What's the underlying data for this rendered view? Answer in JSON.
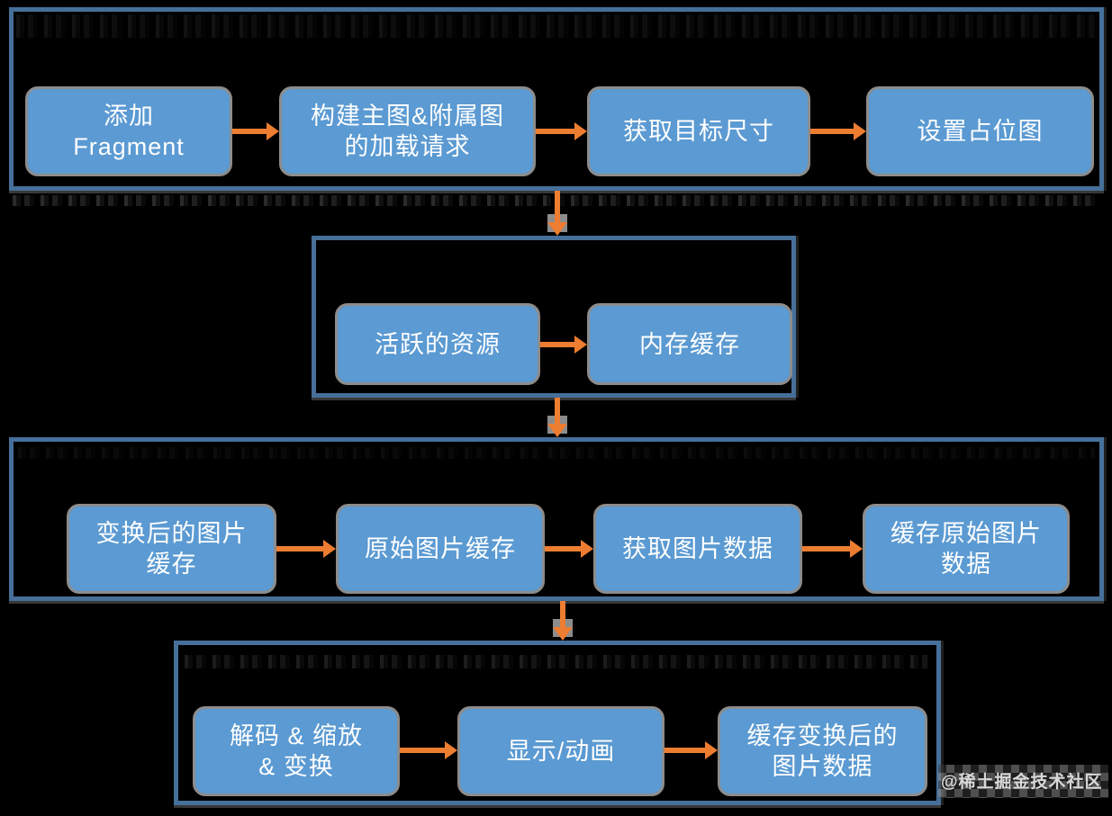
{
  "watermark": {
    "badge_text": "@稀土掘金技术社区"
  },
  "flow": {
    "sections": [
      {
        "name": "request-building",
        "nodes": [
          {
            "label": "添加\nFragment"
          },
          {
            "label": "构建主图&附属图\n的加载请求"
          },
          {
            "label": "获取目标尺寸"
          },
          {
            "label": "设置占位图"
          }
        ]
      },
      {
        "name": "memory-cache-layer",
        "nodes": [
          {
            "label": "活跃的资源"
          },
          {
            "label": "内存缓存"
          }
        ]
      },
      {
        "name": "disk-cache-layer",
        "nodes": [
          {
            "label": "变换后的图片\n缓存"
          },
          {
            "label": "原始图片缓存"
          },
          {
            "label": "获取图片数据"
          },
          {
            "label": "缓存原始图片\n数据"
          }
        ]
      },
      {
        "name": "decode-display-layer",
        "nodes": [
          {
            "label": "解码 & 缩放\n& 变换"
          },
          {
            "label": "显示/动画"
          },
          {
            "label": "缓存变换后的\n图片数据"
          }
        ]
      }
    ]
  },
  "colors": {
    "background": "#000000",
    "node_fill": "#5b9ad2",
    "node_border": "#8c8c8c",
    "section_border": "#46709a",
    "arrow": "#ed7d31",
    "text": "#ffffff"
  }
}
